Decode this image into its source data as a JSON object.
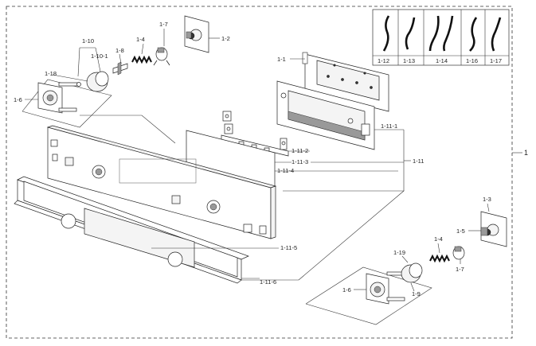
{
  "diagram": {
    "labels": {
      "p1": "1",
      "p1_1": "1-1",
      "p1_2": "1-2",
      "p1_3": "1-3",
      "p1_4a": "1-4",
      "p1_4b": "1-4",
      "p1_5": "1-5",
      "p1_6a": "1-6",
      "p1_6b": "1-6",
      "p1_7a": "1-7",
      "p1_7b": "1-7",
      "p1_8": "1-8",
      "p1_9": "1-9",
      "p1_10": "1-10",
      "p1_10_1": "1-10-1",
      "p1_11": "1-11",
      "p1_11_1": "1-11-1",
      "p1_11_2": "1-11-2",
      "p1_11_3": "1-11-3",
      "p1_11_4": "1-11-4",
      "p1_11_5": "1-11-5",
      "p1_11_6": "1-11-6",
      "p1_18": "1-18",
      "p1_19": "1-19"
    },
    "harness_table": [
      "1-12",
      "1-13",
      "1-14",
      "1-16",
      "1-17"
    ]
  }
}
